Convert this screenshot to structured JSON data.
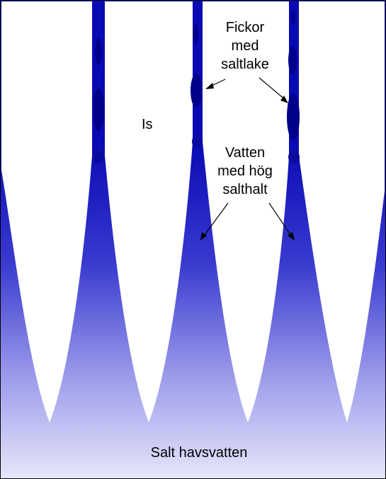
{
  "labels": {
    "ice": "Is",
    "brine_pockets": [
      "Fickor",
      "med",
      "saltlake"
    ],
    "high_salinity": [
      "Vatten",
      "med hög",
      "salthalt"
    ],
    "sea_water": "Salt havsvatten"
  },
  "colors": {
    "brine_dark": "#00008b",
    "gradient_top": "#0a0ab4",
    "gradient_bottom": "#e6e6fa",
    "ice": "#ffffff",
    "border": "#000000"
  }
}
